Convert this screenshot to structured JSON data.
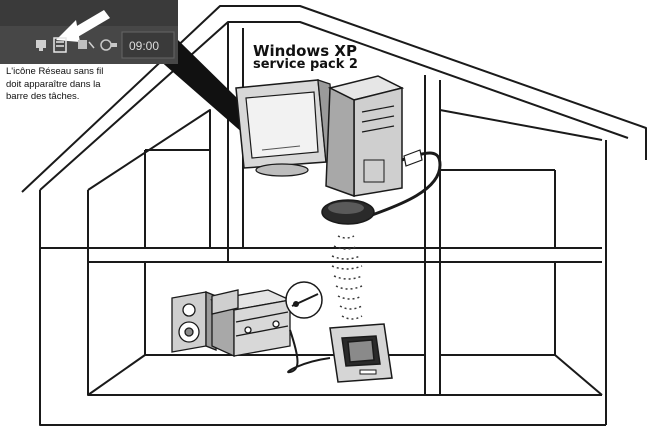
{
  "taskbar": {
    "clock": "09:00"
  },
  "caption": {
    "line1": "L'icône Réseau sans fil",
    "line2": "doit apparaître dans la",
    "line3": "barre des tâches."
  },
  "os_label": {
    "line1": "Windows XP",
    "line2": "service pack 2"
  },
  "icons": [
    "network-icon",
    "wireless-network-icon",
    "volume-icon",
    "usb-icon"
  ]
}
